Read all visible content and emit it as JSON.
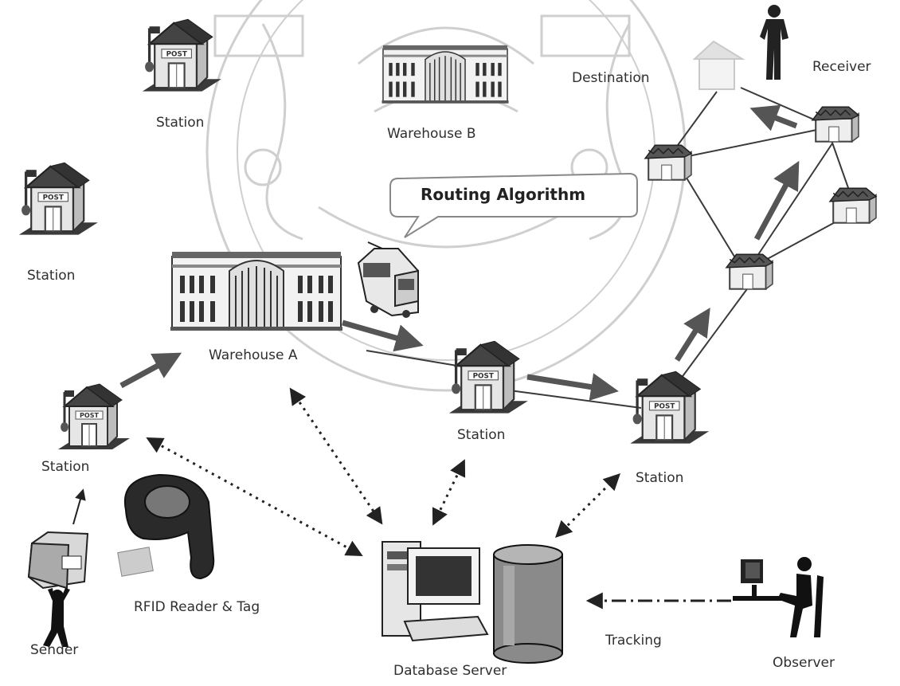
{
  "labels": {
    "station_top": "Station",
    "station_left": "Station",
    "warehouse_b": "Warehouse B",
    "destination": "Destination",
    "receiver": "Receiver",
    "routing_algorithm": "Routing Algorithm",
    "warehouse_a": "Warehouse A",
    "station_sender": "Station",
    "station_mid": "Station",
    "station_right": "Station",
    "rfid": "RFID Reader & Tag",
    "sender": "Sender",
    "database_server": "Database Server",
    "tracking": "Tracking",
    "observer": "Observer"
  },
  "icons": {
    "post_office": "post-office-icon",
    "warehouse": "warehouse-icon",
    "tram": "tram-icon",
    "computer": "computer-icon",
    "database": "database-icon",
    "rfid_reader": "rfid-reader-icon",
    "package": "package-icon",
    "person": "person-icon"
  },
  "colors": {
    "watermark": "#c9c9c9",
    "arrow": "#555555",
    "line": "#3a3a3a",
    "dotted": "#222222"
  }
}
